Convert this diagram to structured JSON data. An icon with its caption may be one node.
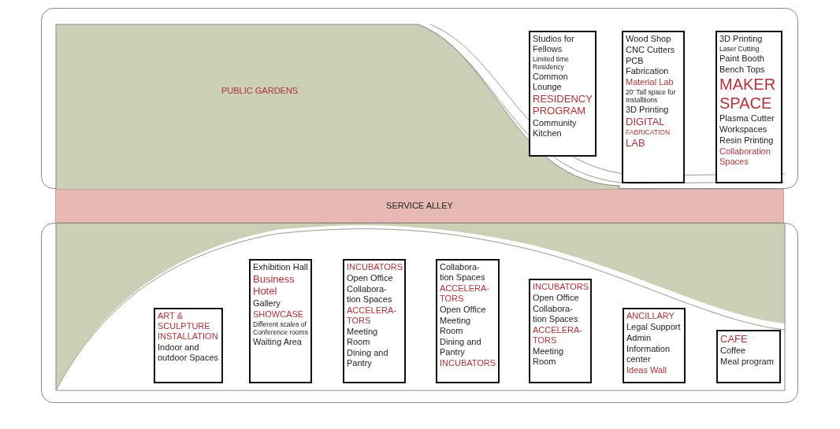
{
  "diagram": {
    "nodes": [
      {
        "text": [],
        "shape": "box"
      },
      {
        "text": [
          "PUBLIC GARDENS"
        ],
        "in": 0
      },
      {
        "text": [
          "Studios for Fellows",
          "Limited time Residency",
          "Common Lounge",
          "RESIDENCY PROGRAM",
          "Community Kitchen"
        ],
        "in": 0
      },
      {
        "text": [
          "Wood Shop",
          "CNC Cutters",
          "PCB Fabrication",
          "Material Lab",
          "20' Tall space for Installtions",
          "3D Printing",
          "DIGITAL",
          "FABRICATION",
          "LAB"
        ],
        "in": 0
      },
      {
        "text": [
          "3D Printing",
          "Laser Cutting",
          "Paint Booth",
          "Bench Tops",
          "MAKER SPACE",
          "Plasma Cutter",
          "Workspaces",
          "Resin Printing",
          "Collaboration Spaces"
        ],
        "in": 0
      },
      {
        "text": [
          "SERVICE ALLEY"
        ]
      },
      {
        "text": [],
        "shape": "box"
      },
      {
        "text": [
          "ART & SCULPTURE INSTALLATION",
          "Indoor and outdoor Spaces"
        ],
        "in": 6
      },
      {
        "text": [
          "Exhibition Hall",
          "Business Hotel",
          "Gallery",
          "SHOWCASE",
          "Different scales of Conference rooms",
          "Waiting Area"
        ],
        "in": 6
      },
      {
        "text": [
          "INCUBATORS",
          "Open Office",
          "Collabora- tion Spaces",
          "ACCELERA- TORS",
          "Meeting Room",
          "Dining and Pantry"
        ],
        "in": 6
      },
      {
        "text": [
          "Collabora- tion Spaces",
          "ACCELERA- TORS",
          "Open Office",
          "Meeting Room",
          "Dining and Pantry",
          "INCUBATORS"
        ],
        "in": 6
      },
      {
        "text": [
          "INCUBATORS",
          "Open Office",
          "Collabora- tion Spaces",
          "ACCELERA- TORS",
          "Meeting Room"
        ],
        "in": 6
      },
      {
        "text": [
          "ANCILLARY",
          "Legal Support",
          "Admin",
          "Information center",
          "Ideas Wall"
        ],
        "in": 6
      },
      {
        "text": [
          "CAFE",
          "Coffee",
          "Meal program"
        ],
        "in": 6
      }
    ]
  }
}
